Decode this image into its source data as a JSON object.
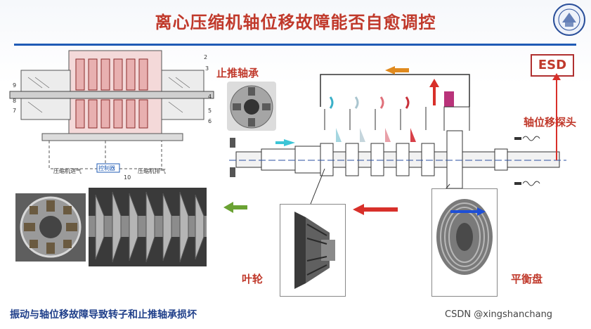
{
  "title": "离心压缩机轴位移故障能否自愈调控",
  "labels": {
    "thrust_bearing": "止推轴承",
    "axial_probe": "轴位移探头",
    "esd": "ESD",
    "impeller": "叶轮",
    "balance_disk": "平衡盘"
  },
  "caption": "振动与轴位移故障导致转子和止推轴承损坏",
  "drawing": {
    "control_valve": "控制器",
    "inlet_gas": "压缩机进气",
    "outlet_gas": "压缩机排气",
    "part_number": "10"
  },
  "watermark": "CSDN @xingshanchang",
  "colors": {
    "title": "#c0392b",
    "rule": "#1f5bb5",
    "arrow_orange": "#e08a1e",
    "arrow_cyan": "#3cc5d6",
    "arrow_red": "#d8302a",
    "arrow_green": "#6aa233",
    "arrow_blue": "#1e4fd6"
  }
}
